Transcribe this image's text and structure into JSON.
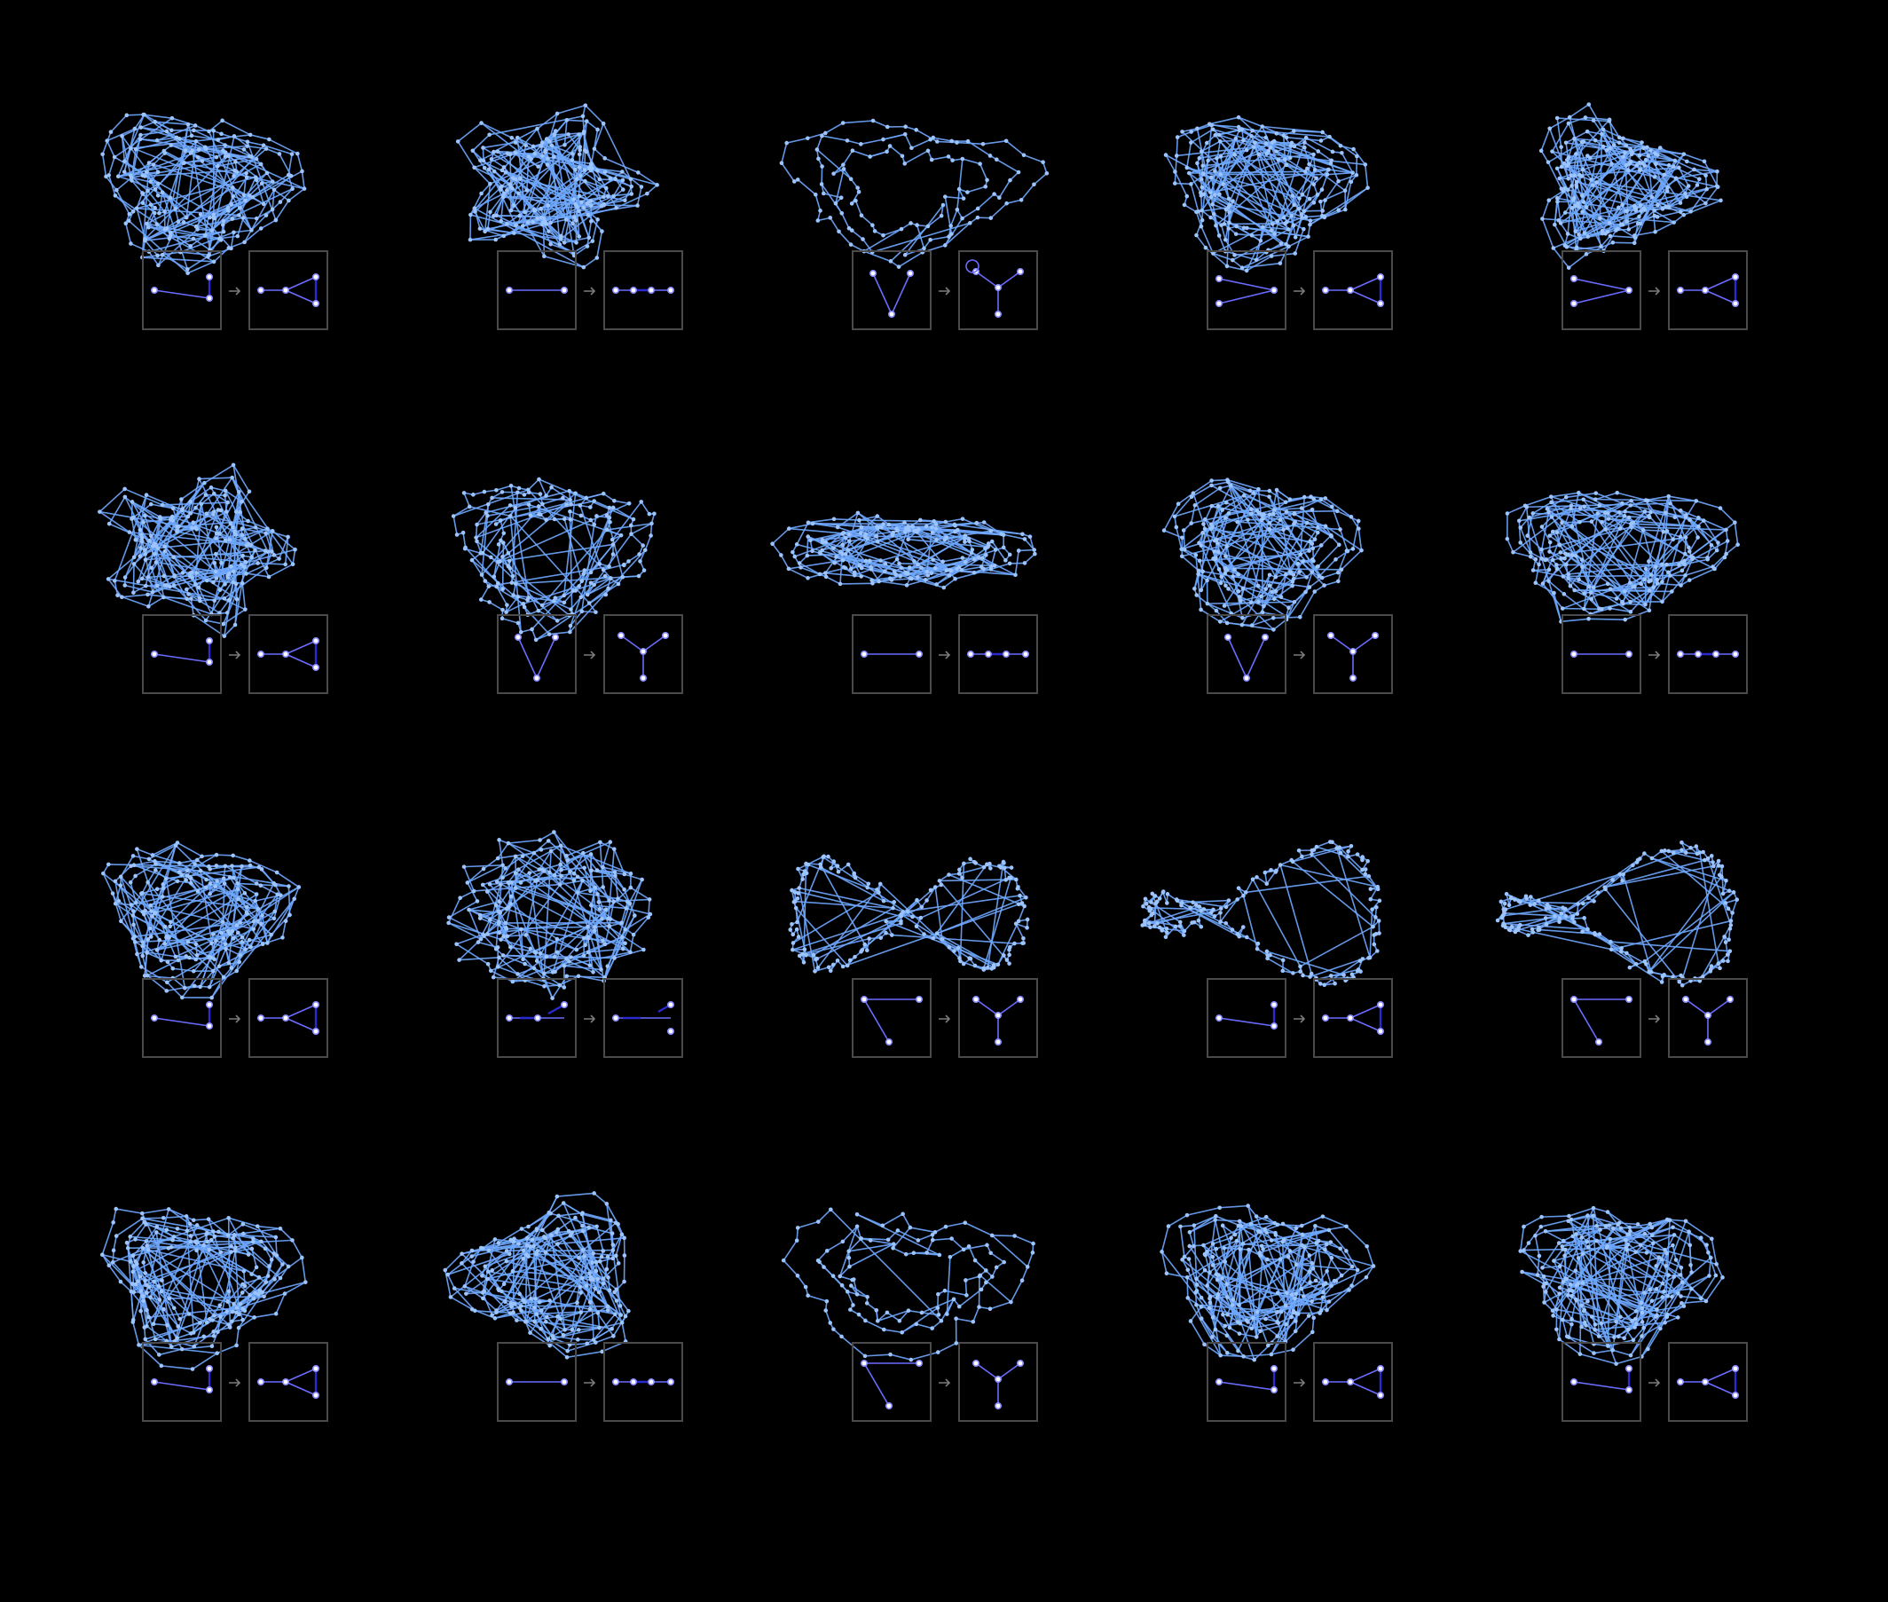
{
  "colors": {
    "background": "#000000",
    "edge": "#6fa8ff",
    "node": "#9cc4ff",
    "rule_node_stroke": "#8a8cff",
    "rule_node_fill": "#ffffff",
    "rule_edge": "#6a6cff",
    "rule_edge_dark": "#2a2ad0",
    "rule_box_border": "#4a4a4a",
    "rule_arrow": "#7a7a7a"
  },
  "panels": [
    {
      "shape": "blob",
      "rule_left": "bar",
      "rule_right": "tri"
    },
    {
      "shape": "star",
      "rule_left": "line",
      "rule_right": "line3"
    },
    {
      "shape": "loop",
      "rule_left": "vee",
      "rule_right": "tee_loop"
    },
    {
      "shape": "blob",
      "rule_left": "fork",
      "rule_right": "tri"
    },
    {
      "shape": "spike",
      "rule_left": "fork",
      "rule_right": "tri"
    },
    {
      "shape": "star",
      "rule_left": "bar",
      "rule_right": "tri"
    },
    {
      "shape": "cells",
      "rule_left": "vee",
      "rule_right": "tee"
    },
    {
      "shape": "spiky",
      "rule_left": "line",
      "rule_right": "line3"
    },
    {
      "shape": "loop2",
      "rule_left": "vee",
      "rule_right": "tee"
    },
    {
      "shape": "ring",
      "rule_left": "line",
      "rule_right": "line3"
    },
    {
      "shape": "blob",
      "rule_left": "bar",
      "rule_right": "tri"
    },
    {
      "shape": "tree",
      "rule_left": "dline",
      "rule_right": "dtri"
    },
    {
      "shape": "eight",
      "rule_left": "corner",
      "rule_right": "tee"
    },
    {
      "shape": "eight2",
      "rule_left": "bar",
      "rule_right": "tri"
    },
    {
      "shape": "eight2",
      "rule_left": "corner",
      "rule_right": "tee"
    },
    {
      "shape": "blob",
      "rule_left": "bar",
      "rule_right": "tri"
    },
    {
      "shape": "cone",
      "rule_left": "line",
      "rule_right": "line3"
    },
    {
      "shape": "cells2",
      "rule_left": "corner",
      "rule_right": "tee"
    },
    {
      "shape": "blob",
      "rule_left": "bar",
      "rule_right": "tri"
    },
    {
      "shape": "blob",
      "rule_left": "bar",
      "rule_right": "tri"
    }
  ]
}
